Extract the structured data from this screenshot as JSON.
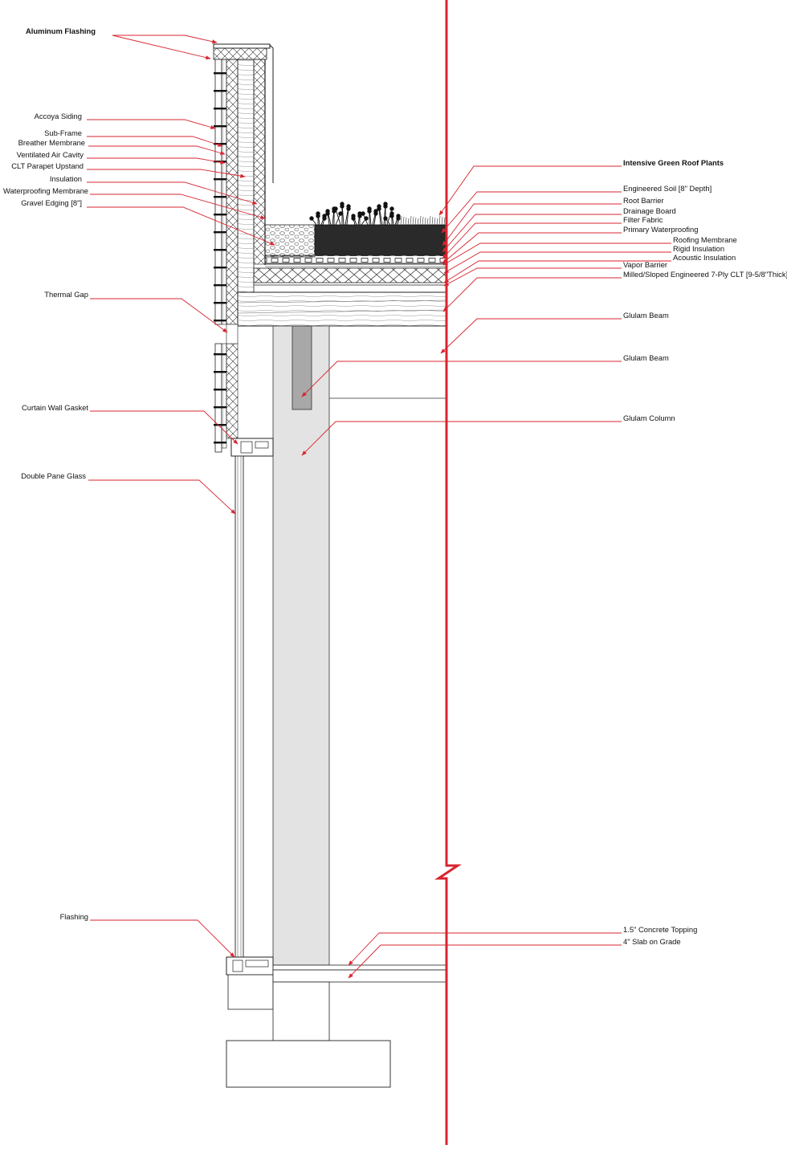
{
  "colors": {
    "leader": "#d8242f",
    "cut_line": "#d8242f",
    "column_fill": "#e3e3e3",
    "beam_fill": "#a8a8a8",
    "soil_fill": "#2a2a2a",
    "line": "#2b2b2b"
  },
  "labels_left": [
    {
      "id": "aluminum-flashing",
      "text": "Aluminum Flashing",
      "emphasis": true
    },
    {
      "id": "accoya-siding",
      "text": "Accoya Siding"
    },
    {
      "id": "sub-frame",
      "text": "Sub-Frame"
    },
    {
      "id": "breather-membrane",
      "text": "Breather Membrane"
    },
    {
      "id": "ventilated-air-cavity",
      "text": "Ventilated Air Cavity"
    },
    {
      "id": "clt-parapet-upstand",
      "text": "CLT Parapet Upstand"
    },
    {
      "id": "insulation",
      "text": "Insulation"
    },
    {
      "id": "waterproofing-membrane",
      "text": "Waterproofing Membrane"
    },
    {
      "id": "gravel-edging",
      "text": "Gravel Edging [8\"]"
    },
    {
      "id": "thermal-gap",
      "text": "Thermal Gap"
    },
    {
      "id": "curtain-wall-gasket",
      "text": "Curtain Wall Gasket"
    },
    {
      "id": "double-pane-glass",
      "text": "Double Pane Glass"
    },
    {
      "id": "flashing",
      "text": "Flashing"
    }
  ],
  "labels_right": [
    {
      "id": "intensive-green-roof-plants",
      "text": "Intensive Green Roof Plants",
      "emphasis": true
    },
    {
      "id": "engineered-soil",
      "text": "Engineered Soil [8\" Depth]"
    },
    {
      "id": "root-barrier",
      "text": "Root Barrier"
    },
    {
      "id": "drainage-board",
      "text": "Drainage Board"
    },
    {
      "id": "filter-fabric",
      "text": "Filter Fabric"
    },
    {
      "id": "primary-waterproofing",
      "text": "Primary Waterproofing"
    },
    {
      "id": "roofing-membrane",
      "text": "Roofing Membrane"
    },
    {
      "id": "rigid-insulation",
      "text": "Rigid Insulation"
    },
    {
      "id": "acoustic-insulation",
      "text": "Acoustic Insulation"
    },
    {
      "id": "vapor-barrier",
      "text": "Vapor Barrier"
    },
    {
      "id": "milled-clt",
      "text": "Milled/Sloped Engineered 7-Ply CLT [9-5/8\"Thick]"
    },
    {
      "id": "glulam-beam-1",
      "text": "Glulam Beam"
    },
    {
      "id": "glulam-beam-2",
      "text": "Glulam Beam"
    },
    {
      "id": "glulam-column",
      "text": "Glulam Column"
    },
    {
      "id": "concrete-topping",
      "text": "1.5\" Concrete Topping"
    },
    {
      "id": "slab-on-grade",
      "text": "4\" Slab on Grade"
    }
  ]
}
